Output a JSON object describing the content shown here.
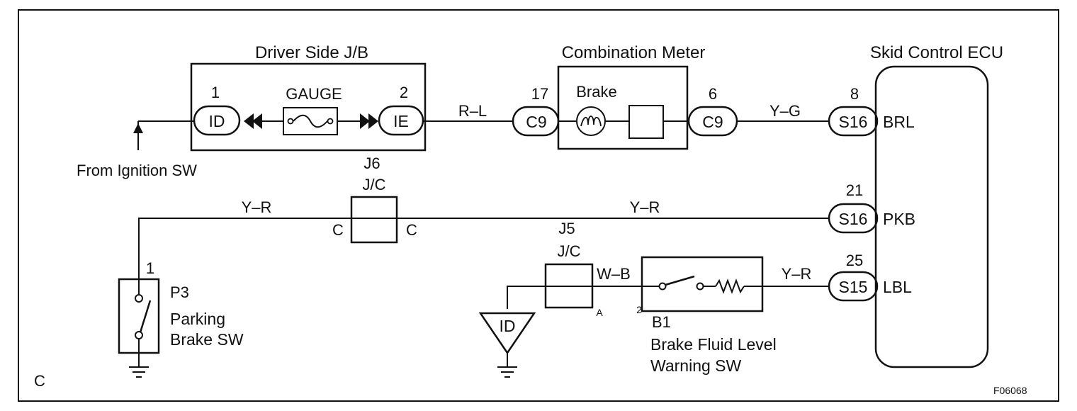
{
  "headings": {
    "jb": "Driver Side J/B",
    "meter": "Combination Meter",
    "ecu": "Skid Control ECU"
  },
  "jb": {
    "pin_left": "1",
    "conn_left": "ID",
    "fuse": "GAUGE",
    "pin_right": "2",
    "conn_right": "IE"
  },
  "ignition": "From Ignition SW",
  "meter": {
    "pin_in": "17",
    "conn_in": "C9",
    "lamp": "Brake",
    "pin_out": "6",
    "conn_out": "C9"
  },
  "wires": {
    "jb_meter": "R–L",
    "meter_ecu": "Y–G",
    "park_left": "Y–R",
    "park_right": "Y–R",
    "fluid_jc": "W–B",
    "fluid_ecu": "Y–R"
  },
  "j6": {
    "id": "J6",
    "type": "J/C",
    "pin_left": "C",
    "pin_right": "C"
  },
  "j5": {
    "id": "J5",
    "type": "J/C",
    "pin": "A"
  },
  "ecu": {
    "pins": [
      {
        "num": "8",
        "conn": "S16",
        "label": "BRL"
      },
      {
        "num": "21",
        "conn": "S16",
        "label": "PKB"
      },
      {
        "num": "25",
        "conn": "S15",
        "label": "LBL"
      }
    ]
  },
  "parking": {
    "pin": "1",
    "code": "P3",
    "line1": "Parking",
    "line2": "Brake SW"
  },
  "fluid": {
    "pin": "2",
    "code": "B1",
    "line1": "Brake Fluid Level",
    "line2": "Warning SW"
  },
  "ground_conn": "ID",
  "corner_letter": "C",
  "figure_code": "F06068"
}
